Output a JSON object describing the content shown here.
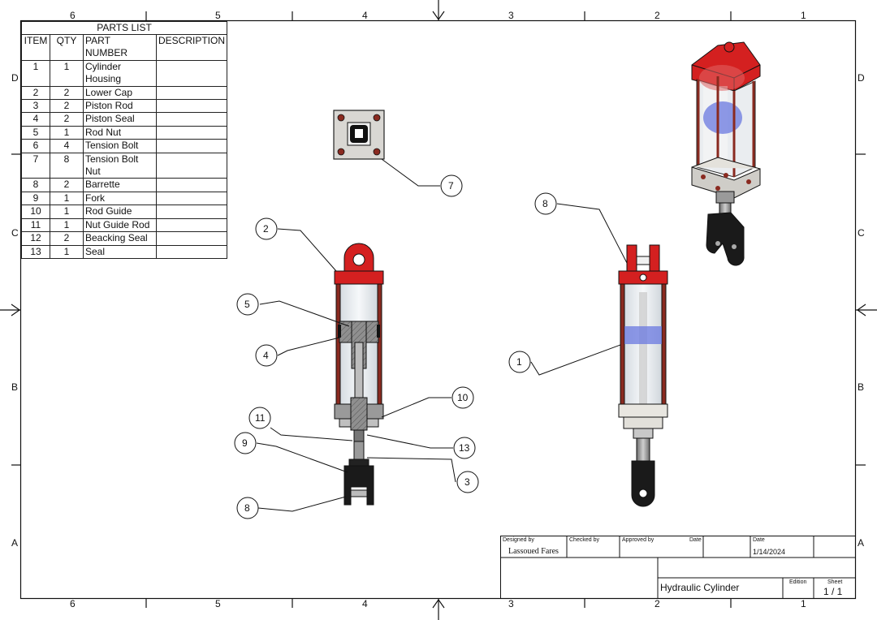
{
  "zones": {
    "columns": [
      "6",
      "5",
      "4",
      "3",
      "2",
      "1"
    ],
    "rows": [
      "D",
      "C",
      "B",
      "A"
    ]
  },
  "parts_list": {
    "title": "PARTS LIST",
    "headers": [
      "ITEM",
      "QTY",
      "PART NUMBER",
      "DESCRIPTION"
    ],
    "rows": [
      {
        "item": "1",
        "qty": "1",
        "part": [
          "Cylinder",
          "Housing"
        ],
        "desc": ""
      },
      {
        "item": "2",
        "qty": "2",
        "part": [
          "Lower Cap"
        ],
        "desc": ""
      },
      {
        "item": "3",
        "qty": "2",
        "part": [
          "Piston Rod"
        ],
        "desc": ""
      },
      {
        "item": "4",
        "qty": "2",
        "part": [
          "Piston Seal"
        ],
        "desc": ""
      },
      {
        "item": "5",
        "qty": "1",
        "part": [
          "Rod Nut"
        ],
        "desc": ""
      },
      {
        "item": "6",
        "qty": "4",
        "part": [
          "Tension Bolt"
        ],
        "desc": ""
      },
      {
        "item": "7",
        "qty": "8",
        "part": [
          "Tension Bolt",
          "Nut"
        ],
        "desc": ""
      },
      {
        "item": "8",
        "qty": "2",
        "part": [
          "Barrette"
        ],
        "desc": ""
      },
      {
        "item": "9",
        "qty": "1",
        "part": [
          "Fork"
        ],
        "desc": ""
      },
      {
        "item": "10",
        "qty": "1",
        "part": [
          "Rod Guide"
        ],
        "desc": ""
      },
      {
        "item": "11",
        "qty": "1",
        "part": [
          "Nut Guide Rod"
        ],
        "desc": ""
      },
      {
        "item": "12",
        "qty": "2",
        "part": [
          "Beacking Seal"
        ],
        "desc": ""
      },
      {
        "item": "13",
        "qty": "1",
        "part": [
          "Seal"
        ],
        "desc": ""
      }
    ]
  },
  "balloons": [
    "7",
    "2",
    "5",
    "4",
    "10",
    "11",
    "9",
    "13",
    "3",
    "8",
    "8",
    "1"
  ],
  "title_block": {
    "designed_by_label": "Designed by",
    "designed_by": "Lassoued Fares",
    "checked_by_label": "Checked by",
    "approved_by_label": "Approved by",
    "date_label_1": "Date",
    "date_label_2": "Date",
    "date": "1/14/2024",
    "title": "Hydraulic Cylinder",
    "edition_label": "Edition",
    "sheet_label": "Sheet",
    "sheet": "1 / 1"
  },
  "colors": {
    "cap_red": "#d42020",
    "rod_gray": "#9a9a9a",
    "fork_black": "#1a1a1a",
    "seal_blue": "#6a78e0",
    "glass": "#e9eef2",
    "section_gray": "#8a8a8a"
  }
}
